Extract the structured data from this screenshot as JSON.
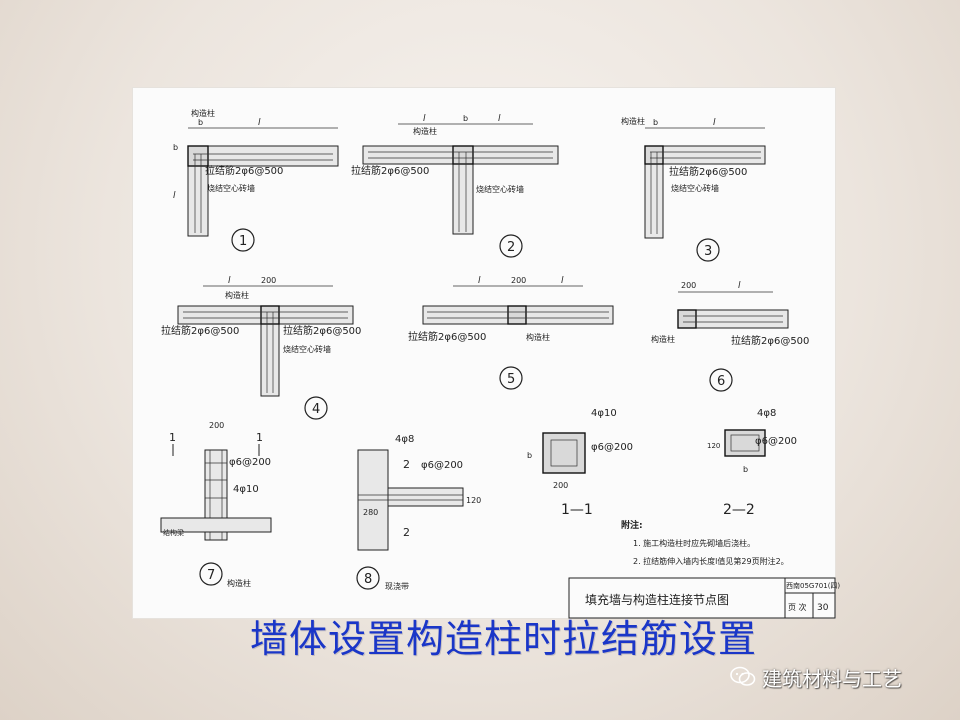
{
  "slide_title": "墙体设置构造柱时拉结筋设置",
  "watermark": {
    "text": "建筑材料与工艺",
    "icon": "wechat-icon"
  },
  "drawing": {
    "labels": {
      "column": "构造柱",
      "tie_bar": "拉结筋2φ6@500",
      "hollow_wall": "烧结空心砖墙",
      "dim_200": "200",
      "dim_b": "b",
      "dim_l": "l",
      "four_phi10": "4φ10",
      "four_phi8": "4φ8",
      "stirrup": "φ6@200",
      "dim_280": "280",
      "dim_120": "120",
      "ring_beam": "现浇带",
      "beam_label": "结构梁",
      "section_mark": "2",
      "section_1_1": "1—1",
      "section_2_2": "2—2",
      "section_1": "1"
    },
    "node_numbers": [
      "1",
      "2",
      "3",
      "4",
      "5",
      "6",
      "7",
      "8"
    ],
    "notes": {
      "heading": "附注:",
      "items": [
        "1.  施工构造柱时应先砌墙后浇柱。",
        "2.  拉结筋伸入墙内长度l值见第29页附注2。"
      ]
    },
    "title_block": {
      "name": "填充墙与构造柱连接节点图",
      "atlas": "西南05G701(四)",
      "page_label": "页 次",
      "page_number": "30"
    }
  }
}
